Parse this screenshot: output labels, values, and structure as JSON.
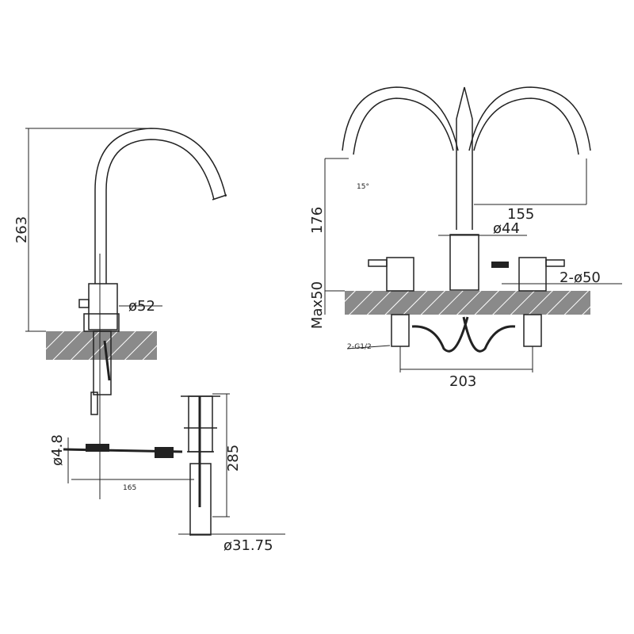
{
  "left_view": {
    "height_label": "263",
    "base_diameter_label": "ø52",
    "rod_diameter_label": "ø4.8",
    "rod_length_label": "165",
    "waste_height_label": "285",
    "waste_diameter_label": "ø31.75"
  },
  "right_view": {
    "spout_height_label": "176",
    "spout_reach_label": "155",
    "spout_angle_label": "15°",
    "base_diameter_label": "ø44",
    "handle_base_label": "2-ø50",
    "deck_thickness_label": "Max50",
    "centers_label": "203",
    "inlet_thread_label": "2-G1/2"
  },
  "colors": {
    "line": "#222222",
    "deck": "#8a8a8a"
  }
}
